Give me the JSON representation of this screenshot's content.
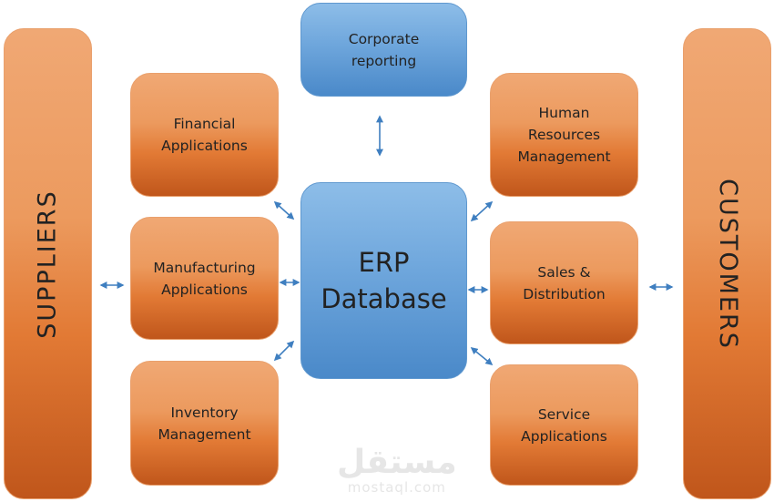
{
  "sides": {
    "suppliers": "SUPPLIERS",
    "customers": "CUSTOMERS"
  },
  "center": {
    "line1": "ERP",
    "line2": "Database"
  },
  "corporate": {
    "line1": "Corporate",
    "line2": "reporting"
  },
  "left": [
    {
      "line1": "Financial",
      "line2": "Applications"
    },
    {
      "line1": "Manufacturing",
      "line2": "Applications"
    },
    {
      "line1": "Inventory",
      "line2": "Management"
    }
  ],
  "right": [
    {
      "line1": "Human",
      "line2": "Resources",
      "line3": "Management"
    },
    {
      "line1": "Sales &",
      "line2": "Distribution"
    },
    {
      "line1": "Service",
      "line2": "Applications"
    }
  ],
  "watermark": {
    "arabic": "مستقل",
    "latin": "mostaql.com"
  },
  "colors": {
    "orange": "#e27a35",
    "blue": "#4a89c9",
    "arrow": "#3f7fc0"
  }
}
